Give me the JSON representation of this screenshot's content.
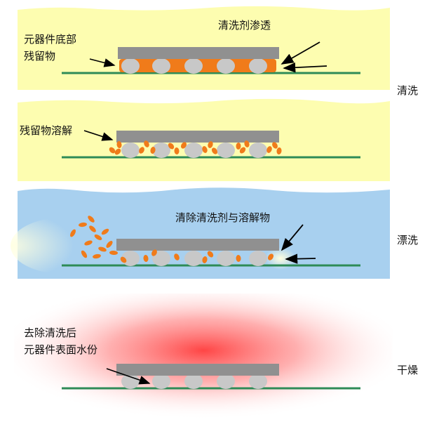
{
  "panels": [
    {
      "stage_label": "清洗",
      "annotations": [
        "元器件底部",
        "残留物",
        "清洗剂渗透"
      ],
      "background_color": "#fdfdb0"
    },
    {
      "stage_label": "",
      "annotations": [
        "残留物溶解"
      ],
      "background_color": "#fdfdb0"
    },
    {
      "stage_label": "漂洗",
      "annotations": [
        "清除清洗剂与溶解物"
      ],
      "background_color": "#a8d0ef"
    },
    {
      "stage_label": "干燥",
      "annotations": [
        "去除清洗后",
        "元器件表面水份"
      ],
      "background_color": "#ff7a7a"
    }
  ],
  "colors": {
    "component": "#909090",
    "solder_ball": "#c8c8c8",
    "residue": "#f07b1a",
    "board": "#2e8b57",
    "arrow": "#000000"
  }
}
